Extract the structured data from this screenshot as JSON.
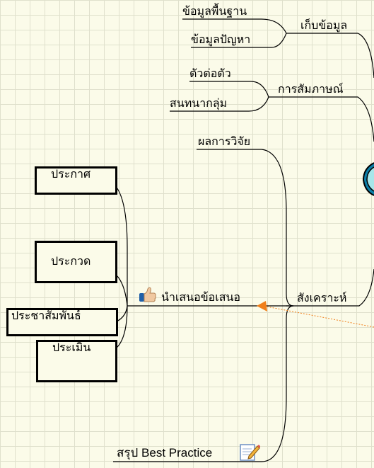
{
  "topics": {
    "collect": "เก็บข้อมูล",
    "collect_base": "ข้อมูลพื้นฐาน",
    "collect_problem": "ข้อมูลปัญหา",
    "interview": "การสัมภาษณ์",
    "interview_one": "ตัวต่อตัว",
    "interview_group": "สนทนากลุ่ม",
    "result": "ผลการวิจัย",
    "synth": "สังเคราะห์",
    "present": "นำเสนอข้อเสนอ",
    "announce": "ประกาศ",
    "contest": "ประกวด",
    "publicize": "ประชาสัมพันธ์",
    "evaluate": "ประเมิน",
    "summary": "สรุป Best Practice"
  },
  "icons": {
    "thumbs": "thumbs-up-icon",
    "note": "note-edit-icon",
    "central": "central-node-icon"
  },
  "colors": {
    "background": "#fbfbe9",
    "grid": "#dfe0cc",
    "line": "#000000",
    "arrow": "#f07f1a"
  }
}
